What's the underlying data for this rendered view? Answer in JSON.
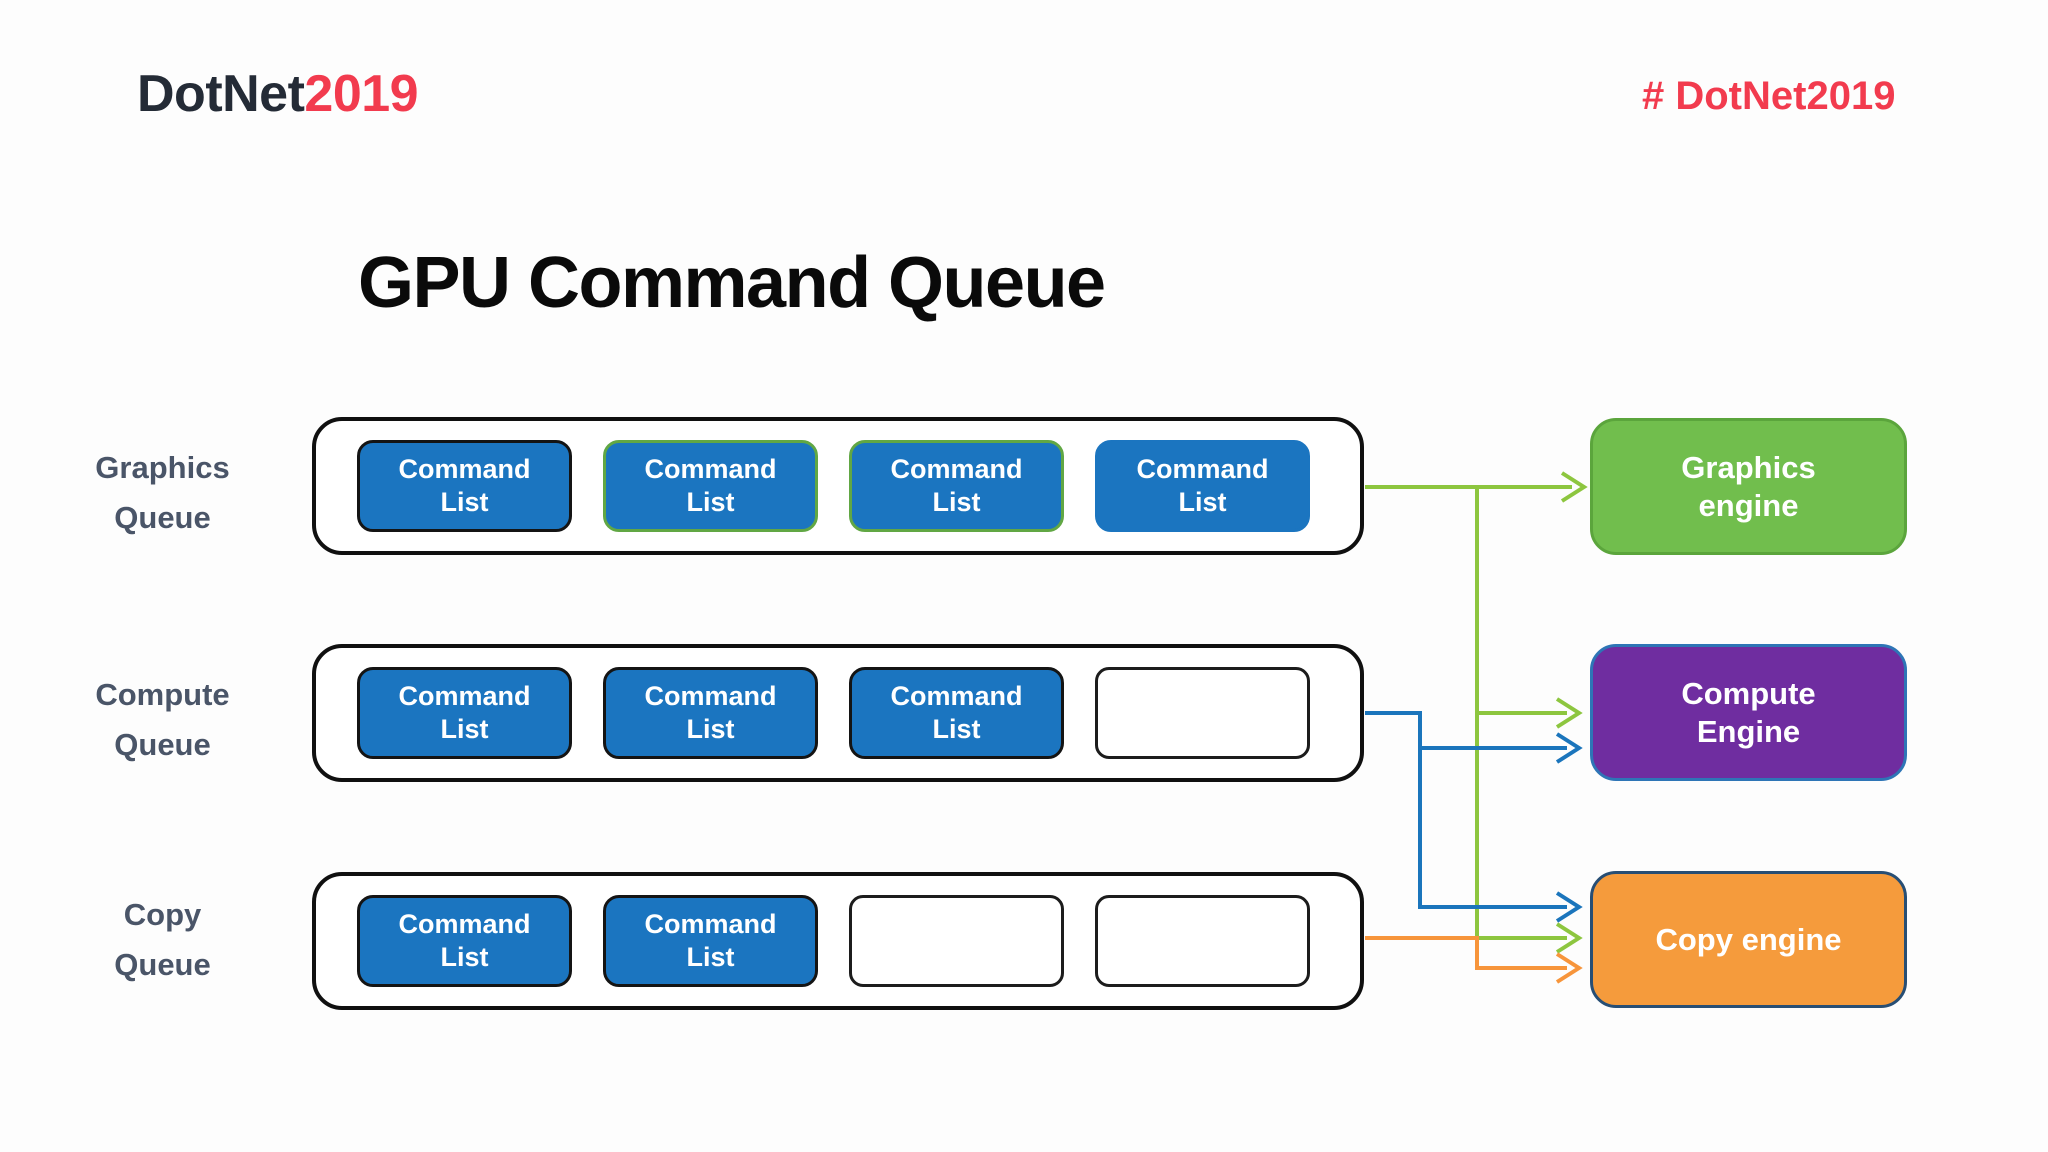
{
  "slide": {
    "logo": {
      "prefix": "DotNet",
      "suffix": "2019",
      "prefix_color": "#242b36",
      "suffix_color": "#f23b4e"
    },
    "hashtag": {
      "text": "# DotNet2019",
      "color": "#f23b4e"
    },
    "title": "GPU Command Queue",
    "background": "#fdfdfd"
  },
  "command_list": {
    "lines": [
      "Command",
      "List"
    ],
    "fill": "#1b75c0",
    "text_color": "#ffffff"
  },
  "queues": [
    {
      "label_lines": [
        "Graphics",
        "Queue"
      ],
      "slots": [
        {
          "type": "command-list",
          "border": "#141414"
        },
        {
          "type": "command-list",
          "border": "#61a744"
        },
        {
          "type": "command-list",
          "border": "#61a744"
        },
        {
          "type": "command-list",
          "border": "#1b75c0"
        }
      ]
    },
    {
      "label_lines": [
        "Compute",
        "Queue"
      ],
      "slots": [
        {
          "type": "command-list",
          "border": "#141414"
        },
        {
          "type": "command-list",
          "border": "#141414"
        },
        {
          "type": "command-list",
          "border": "#141414"
        },
        {
          "type": "empty"
        }
      ]
    },
    {
      "label_lines": [
        "Copy",
        "Queue"
      ],
      "slots": [
        {
          "type": "command-list",
          "border": "#141414"
        },
        {
          "type": "command-list",
          "border": "#141414"
        },
        {
          "type": "empty"
        },
        {
          "type": "empty"
        }
      ]
    }
  ],
  "engines": [
    {
      "lines": [
        "Graphics",
        "engine"
      ],
      "fill": "#71be4d",
      "border": "#5ba53c"
    },
    {
      "lines": [
        "Compute",
        "Engine"
      ],
      "fill": "#6f2da0",
      "border": "#2e75b6"
    },
    {
      "lines": [
        "Copy engine"
      ],
      "fill": "#f59b3c",
      "border": "#274e74"
    }
  ],
  "arrows": {
    "green": "#8dc63f",
    "blue": "#1b75bc",
    "orange": "#f7953b"
  }
}
